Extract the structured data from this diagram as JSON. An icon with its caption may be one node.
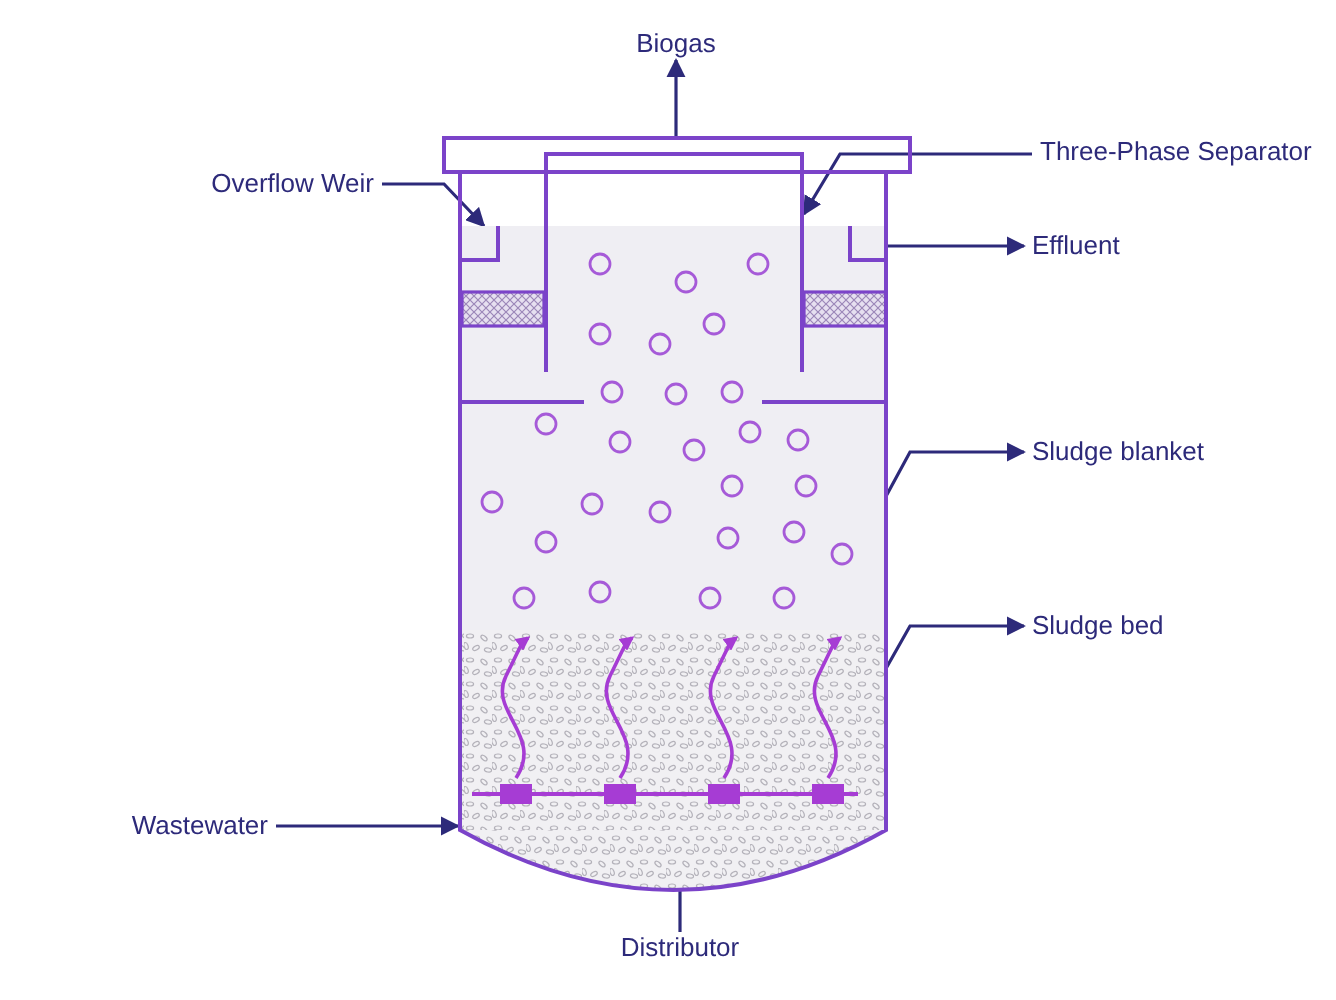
{
  "diagram": {
    "nodes": [
      {
        "text": [
          "Biogas"
        ]
      },
      {
        "text": [
          "Overflow Weir"
        ]
      },
      {
        "text": [
          "Three-Phase Separator"
        ]
      },
      {
        "text": [
          "Effluent"
        ]
      },
      {
        "text": [
          "Sludge blanket"
        ]
      },
      {
        "text": [
          "Sludge bed"
        ]
      },
      {
        "text": [
          "Wastewater"
        ]
      },
      {
        "text": [
          "Distributor"
        ]
      },
      {
        "text": [],
        "shape": "cylinder"
      },
      {
        "text": [],
        "shape": "box"
      },
      {
        "text": [],
        "shape": "box",
        "in": 8
      },
      {
        "text": [],
        "shape": "box",
        "in": 8
      },
      {
        "text": [],
        "shape": "box",
        "in": 8
      },
      {
        "text": [],
        "shape": "box",
        "in": 8
      },
      {
        "text": [],
        "shape": "bar",
        "in": 13
      },
      {
        "text": [],
        "shape": "box"
      }
    ],
    "edges": [
      {
        "from": 15,
        "to": 0,
        "arrow": "to"
      },
      {
        "from": 1,
        "to": 10,
        "arrow": "to"
      },
      {
        "from": 2,
        "to": 9,
        "arrow": "to"
      },
      {
        "from": 11,
        "to": 3,
        "arrow": "to"
      },
      {
        "from": 12,
        "to": 4,
        "arrow": "to"
      },
      {
        "from": 13,
        "to": 5,
        "arrow": "to"
      },
      {
        "from": 6,
        "to": 8,
        "arrow": "to"
      },
      {
        "from": 7,
        "to": 14,
        "arrow": "to"
      }
    ]
  }
}
